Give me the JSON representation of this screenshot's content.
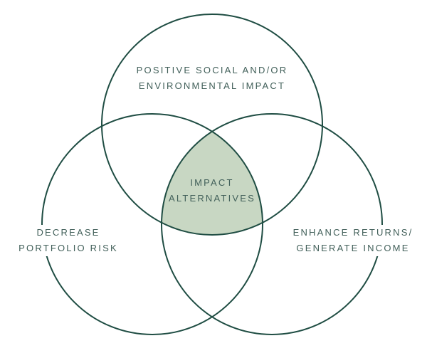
{
  "colors": {
    "stroke": "#1f4d43",
    "fill": "#c8d7c3",
    "text": "#42605a"
  },
  "circles": [
    {
      "id": "top",
      "label": [
        "POSITIVE SOCIAL AND/OR",
        "ENVIRONMENTAL IMPACT"
      ]
    },
    {
      "id": "left",
      "label": [
        "DECREASE",
        "PORTFOLIO RISK"
      ]
    },
    {
      "id": "right",
      "label": [
        "ENHANCE RETURNS/",
        "GENERATE INCOME"
      ]
    }
  ],
  "center": {
    "label": [
      "IMPACT",
      "ALTERNATIVES"
    ]
  }
}
